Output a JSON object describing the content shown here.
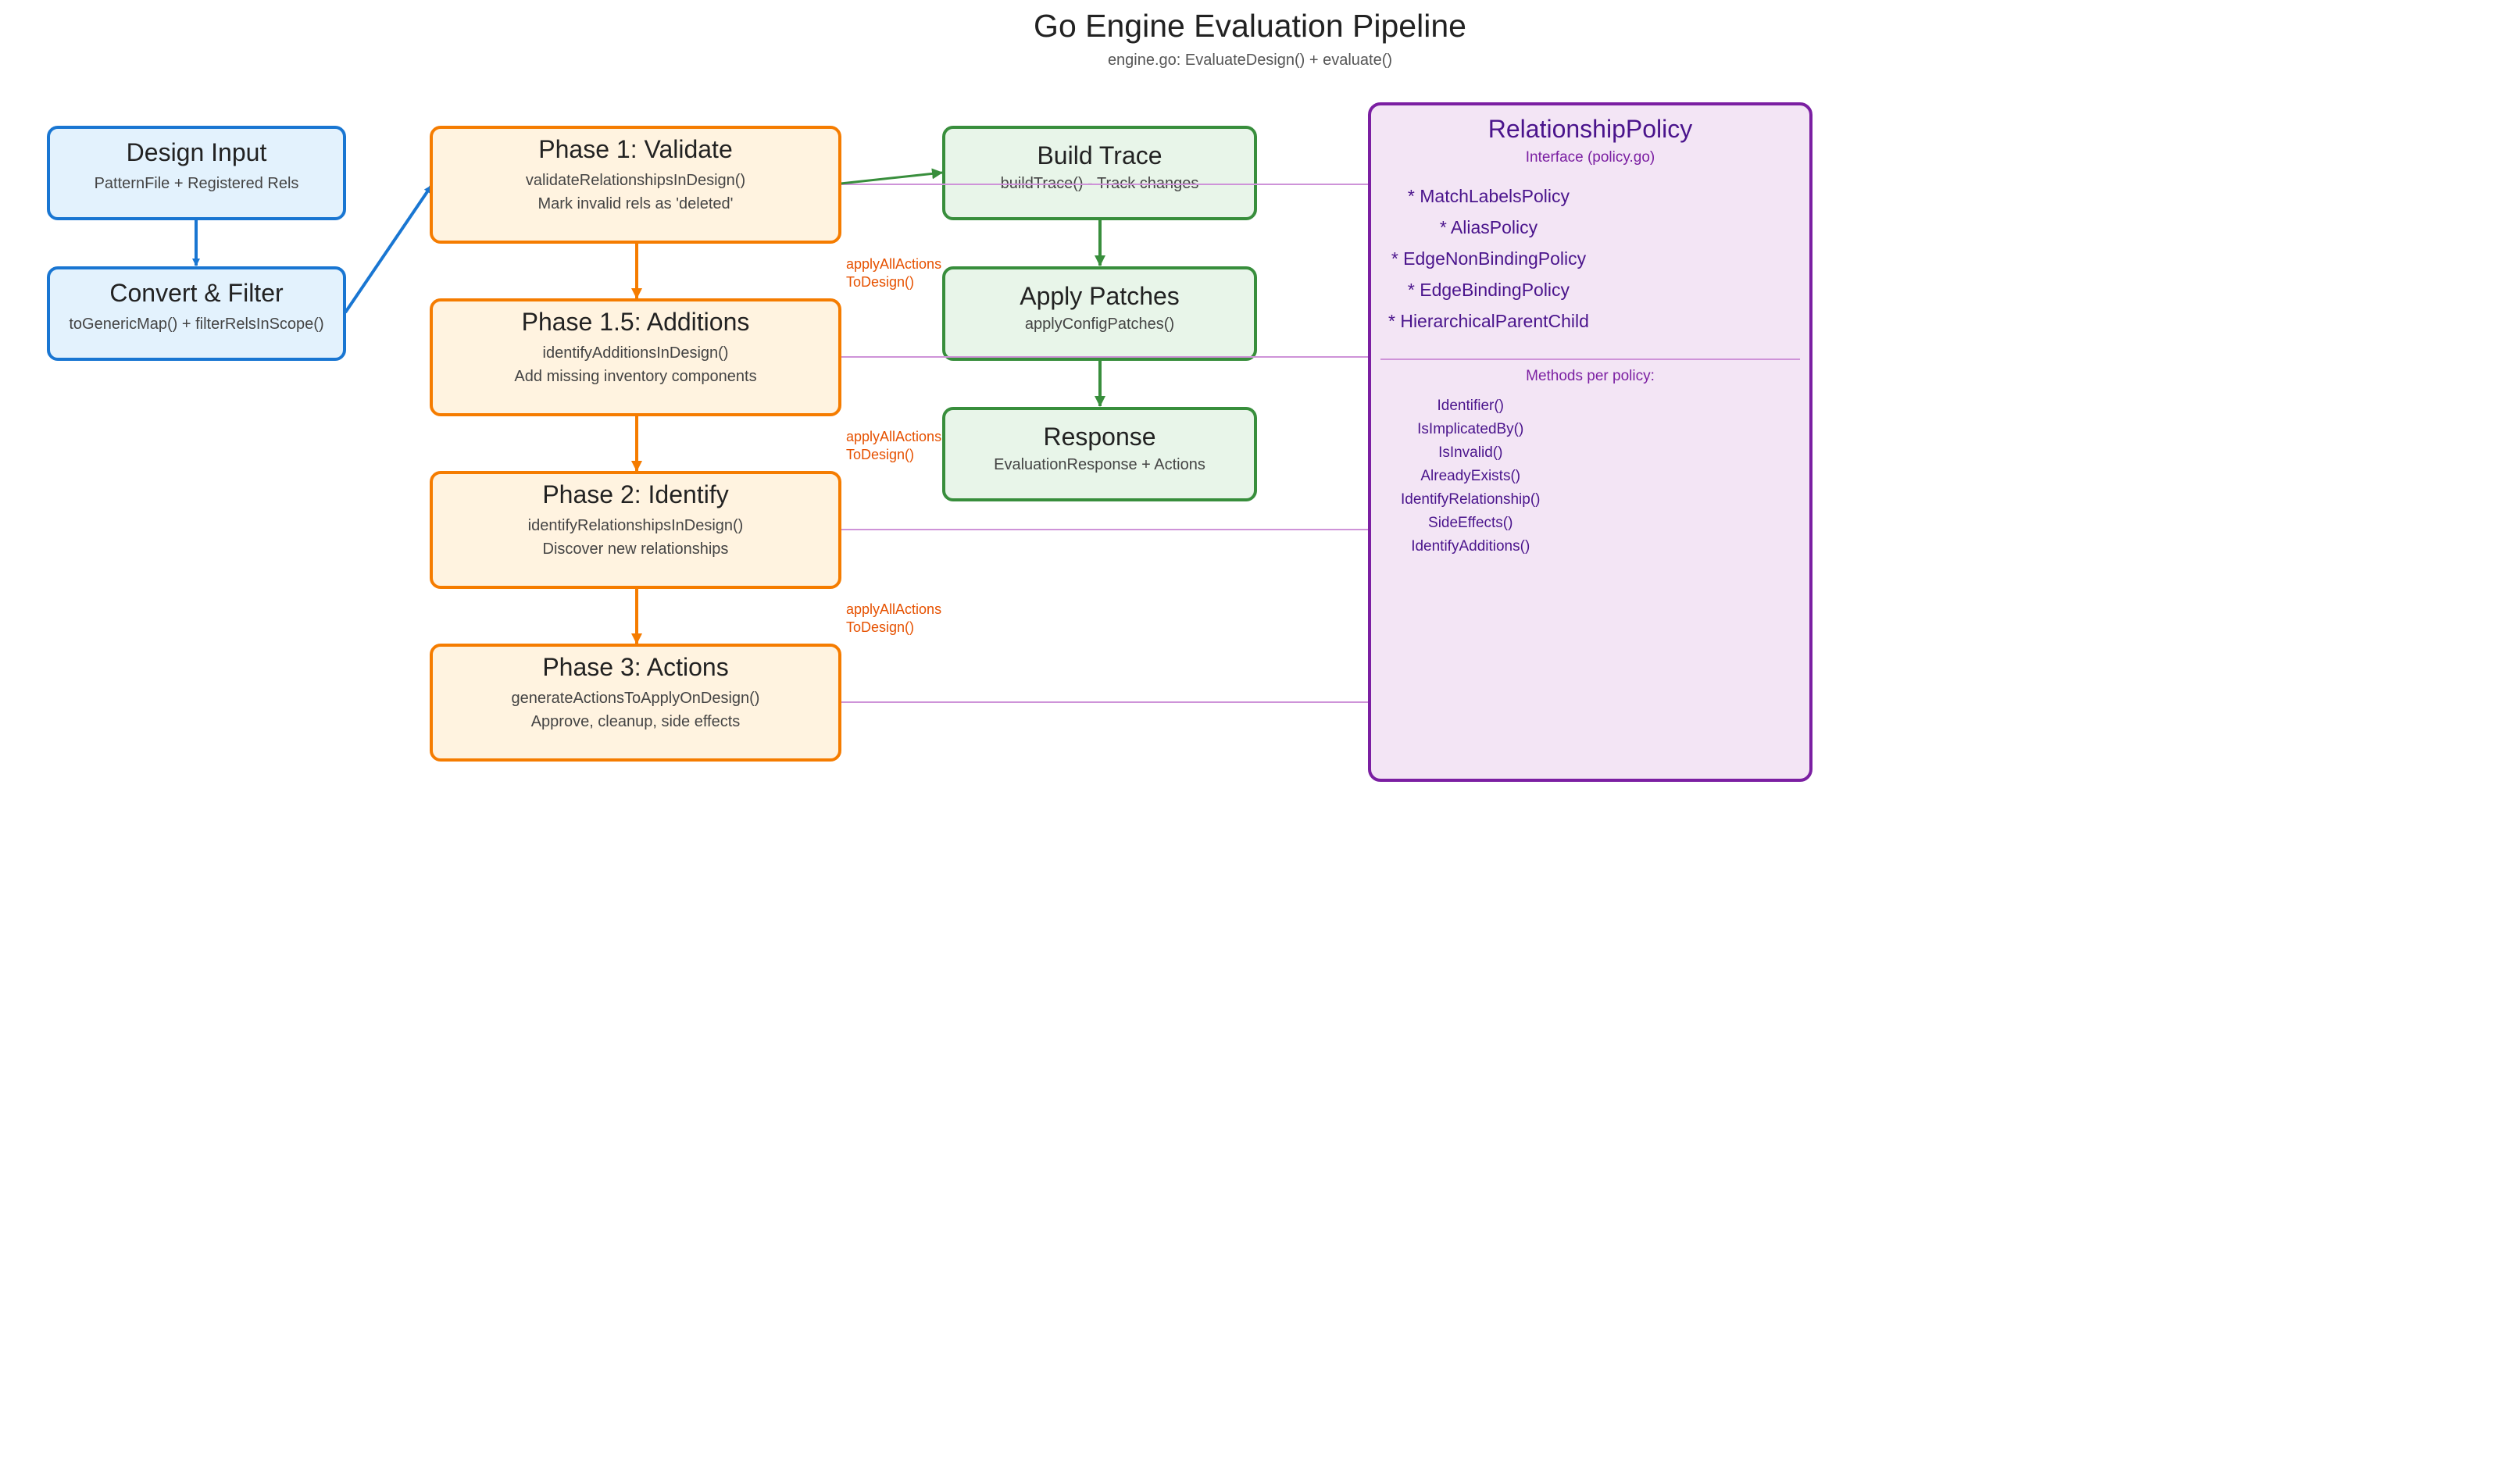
{
  "title": "Go Engine Evaluation Pipeline",
  "subtitle": "engine.go: EvaluateDesign() + evaluate()",
  "colors": {
    "blue_border": "#1976d2",
    "blue_fill": "#e3f2fd",
    "orange_border": "#f57c00",
    "orange_fill": "#fff3e0",
    "green_border": "#388e3c",
    "green_fill": "#e8f5e9",
    "purple_border": "#7b1fa2",
    "purple_fill": "#f3e5f5",
    "connector": "#ce93d8",
    "label": "#e65100"
  },
  "input_nodes": [
    {
      "title": "Design Input",
      "lines": [
        "PatternFile + Registered Rels"
      ]
    },
    {
      "title": "Convert & Filter",
      "lines": [
        "toGenericMap() + filterRelsInScope()"
      ]
    }
  ],
  "phases": [
    {
      "title": "Phase 1: Validate",
      "lines": [
        "validateRelationshipsInDesign()",
        "Mark invalid rels as 'deleted'"
      ]
    },
    {
      "title": "Phase 1.5: Additions",
      "lines": [
        "identifyAdditionsInDesign()",
        "Add missing inventory components"
      ]
    },
    {
      "title": "Phase 2: Identify",
      "lines": [
        "identifyRelationshipsInDesign()",
        "Discover new relationships"
      ]
    },
    {
      "title": "Phase 3: Actions",
      "lines": [
        "generateActionsToApplyOnDesign()",
        "Approve, cleanup, side effects"
      ]
    }
  ],
  "edge_labels": [
    [
      "applyAllActions",
      "ToDesign()"
    ],
    [
      "applyAllActions",
      "ToDesign()"
    ],
    [
      "applyAllActions",
      "ToDesign()"
    ]
  ],
  "output_nodes": [
    {
      "title": "Build Trace",
      "lines": [
        "buildTrace() - Track changes"
      ]
    },
    {
      "title": "Apply Patches",
      "lines": [
        "applyConfigPatches()"
      ]
    },
    {
      "title": "Response",
      "lines": [
        "EvaluationResponse + Actions"
      ]
    }
  ],
  "policy": {
    "title": "RelationshipPolicy",
    "subtitle": "Interface (policy.go)",
    "implementations": [
      "* MatchLabelsPolicy",
      "* AliasPolicy",
      "* EdgeNonBindingPolicy",
      "* EdgeBindingPolicy",
      "* HierarchicalParentChild"
    ],
    "methods_heading": "Methods per policy:",
    "methods": [
      "Identifier()",
      "IsImplicatedBy()",
      "IsInvalid()",
      "AlreadyExists()",
      "IdentifyRelationship()",
      "SideEffects()",
      "IdentifyAdditions()"
    ]
  }
}
